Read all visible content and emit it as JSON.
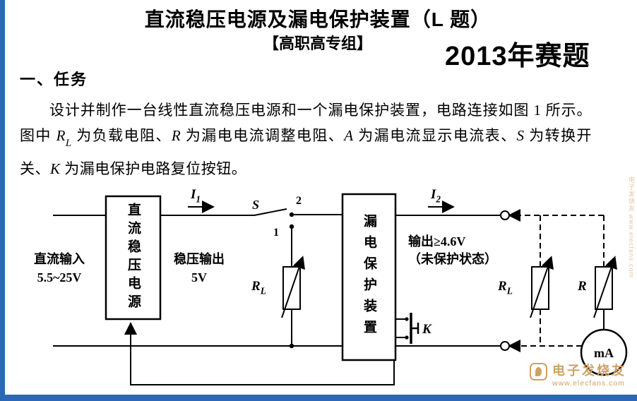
{
  "header": {
    "title": "直流稳压电源及漏电保护装置（L 题）",
    "group": "【高职高专组】",
    "year_note": "2013年赛题"
  },
  "task": {
    "heading": "一、任务",
    "paragraph_segments": [
      {
        "t": "设计并制作一台线性直流稳压电源和一个漏电保护装置，电路连接如图 1 所示。图中 "
      },
      {
        "t": "R",
        "cls": "var"
      },
      {
        "t": "L",
        "cls": "varsub"
      },
      {
        "t": " 为负载电阻、"
      },
      {
        "t": "R",
        "cls": "var"
      },
      {
        "t": " 为漏电电流调整电阻、"
      },
      {
        "t": "A",
        "cls": "var"
      },
      {
        "t": " 为漏电流显示电流表、"
      },
      {
        "t": "S",
        "cls": "var"
      },
      {
        "t": " 为转换开关、"
      },
      {
        "t": "K",
        "cls": "var"
      },
      {
        "t": " 为漏电保护电路复位按钮。"
      }
    ]
  },
  "diagram": {
    "dc_input_line1": "直流输入",
    "dc_input_line2": "5.5~25V",
    "regulator_box_label": "直流稳压电源",
    "regulated_output_line1": "稳压输出",
    "regulated_output_line2": "5V",
    "i1": [
      {
        "t": "I",
        "cls": "var"
      },
      {
        "t": "1",
        "cls": "varsub"
      }
    ],
    "switch_label": "S",
    "contact_2": "2",
    "contact_1": "1",
    "rl_load": [
      {
        "t": "R",
        "cls": "var"
      },
      {
        "t": "L",
        "cls": "varsub"
      }
    ],
    "protector_box_label": "漏电保护装置",
    "i2": [
      {
        "t": "I",
        "cls": "var"
      },
      {
        "t": "2",
        "cls": "varsub"
      }
    ],
    "output_spec_line1": "输出≥4.6V",
    "output_spec_line2": "（未保护状态）",
    "reset_button_label": "K",
    "rl_right": [
      {
        "t": "R",
        "cls": "var"
      },
      {
        "t": "L",
        "cls": "varsub"
      }
    ],
    "r_label": "R",
    "meter_label": "mA"
  },
  "watermark": {
    "name": "电子发烧友",
    "url": "www.elecfans.com",
    "side_text": "电子发烧友 www.elecfans.com"
  },
  "colors": {
    "border_blue": "#2b69b4",
    "watermark_tan": "#cfa165"
  }
}
